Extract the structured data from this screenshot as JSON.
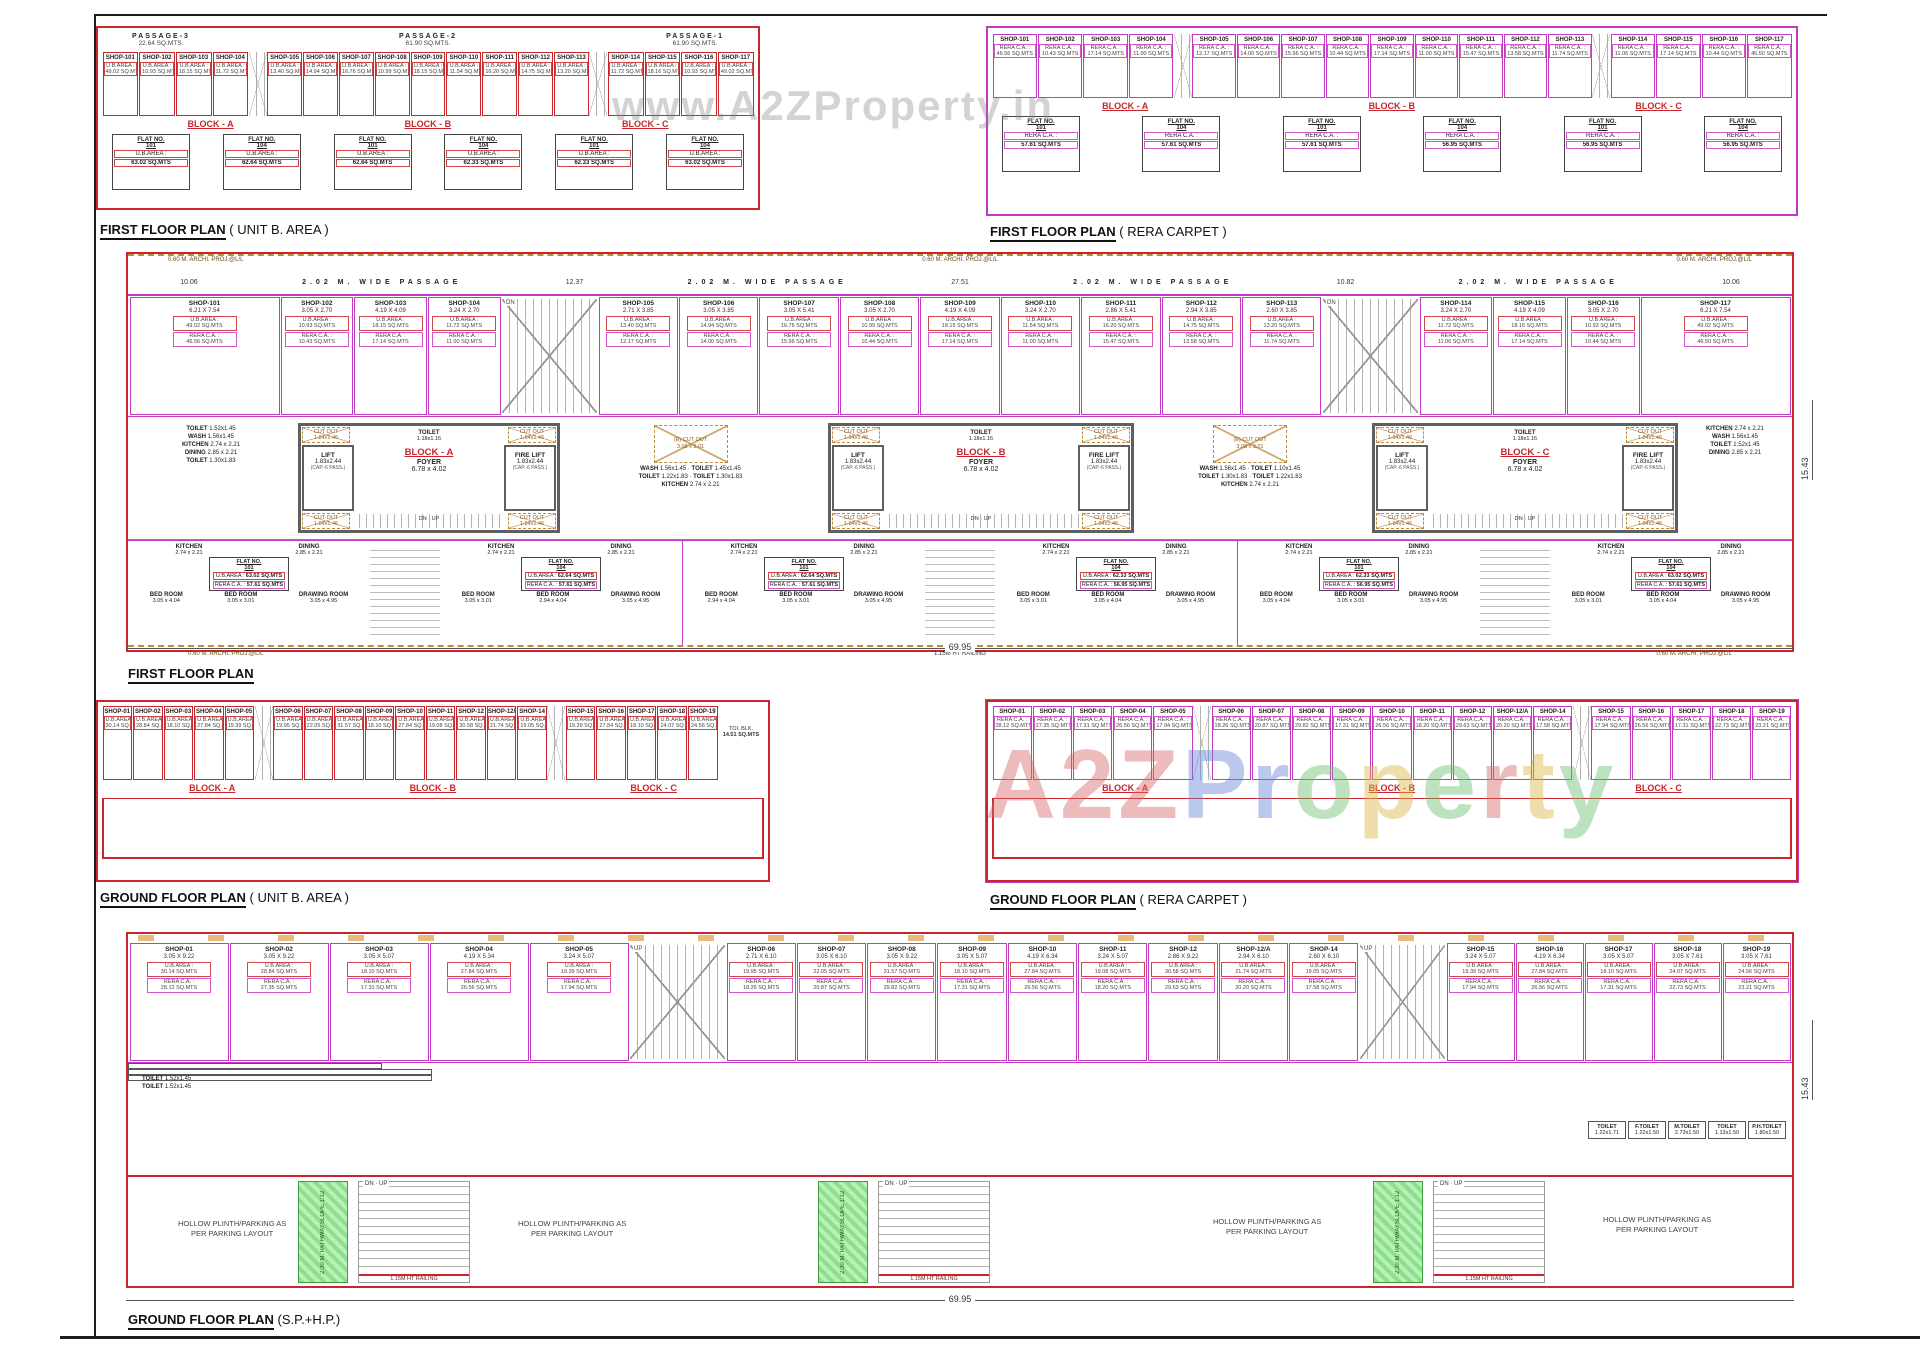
{
  "watermark": {
    "top": "www.A2ZProperty.in",
    "letters": [
      {
        "ch": "A",
        "color": "#d96a6a"
      },
      {
        "ch": "2",
        "color": "#d96a6a"
      },
      {
        "ch": "Z",
        "color": "#d96a6a"
      },
      {
        "ch": "P",
        "color": "#6a86d9"
      },
      {
        "ch": "r",
        "color": "#6a86d9"
      },
      {
        "ch": "o",
        "color": "#6fbf72"
      },
      {
        "ch": "p",
        "color": "#d9b84a"
      },
      {
        "ch": "e",
        "color": "#6fbf72"
      },
      {
        "ch": "r",
        "color": "#d96a6a"
      },
      {
        "ch": "t",
        "color": "#d9b84a"
      },
      {
        "ch": "y",
        "color": "#6fbf72"
      }
    ]
  },
  "labels": {
    "ub": "U.B.AREA :",
    "rera": "RERA C.A. :",
    "flat_no": "FLAT NO.",
    "toilet": "TOILET",
    "wash": "WASH",
    "kitchen": "KITCHEN",
    "dining": "DINING",
    "t152": "1.52x1.45",
    "t118": "1.18x1.16",
    "t145": "1.45x1.45",
    "t130": "1.30x1.83",
    "t122": "1.22x1.83",
    "t110": "1.10x1.45",
    "wash_s": "1.56x1.45",
    "kitchen_s": "2.74 x 2.21",
    "dining_s": "2.85 x 2.21",
    "bed": "BED ROOM",
    "drawing": "DRAWING ROOM",
    "drawing_s": "3.05 x 4.95",
    "lift": "LIFT",
    "fire_lift": "FIRE LIFT",
    "lift_s": "1.83x2.44",
    "lift_cap": "(CAP.-6 PASS.)",
    "foyer": "FOYER",
    "foyer_s": "6.78 x 4.02",
    "cut_out": "CUT OUT",
    "cut_out_s": "1.84x1.46",
    "cut_out_e": "(E) CUT OUT",
    "cut_out_e_s": "3.08 x 3.01",
    "cut_out_above": "CUT OUT ABOVE",
    "archi": "0.60 M. ARCHI. PROJ.@L/L",
    "railing": "1.15M HT RAILING",
    "parapet": "1.15 M HT. PARAPET",
    "up": "UP",
    "dn": "DN",
    "parking1": "HOLLOW PLINTH/PARKING AS",
    "parking2": "PER PARKING LAYOUT",
    "pathway1": "2.30 M. PATHWAY",
    "pathway2": "SLOPE 1:12",
    "toi_blk": "TOI. BLK.",
    "toi_blk_v": "14.51 SQ.MTS"
  },
  "dims": {
    "width": "69.95",
    "height": "15.43"
  },
  "ff": {
    "title": "FIRST FLOOR PLAN",
    "blocks": [
      "BLOCK - A",
      "BLOCK - B",
      "BLOCK - C"
    ],
    "archi_items": [
      "0.60 M. ARCHI. PROJ.@L/L",
      "0.60 M. ARCHI. PROJ.@L/L",
      "0.60 M. ARCHI. PROJ.@L/L"
    ],
    "passage_items": [
      {
        "t": "10.06",
        "kind": "dim"
      },
      {
        "t": "2.02 M. WIDE PASSAGE",
        "kind": "passage"
      },
      {
        "t": "12.37",
        "kind": "dim"
      },
      {
        "t": "2.02 M. WIDE PASSAGE",
        "kind": "passage"
      },
      {
        "t": "27.51",
        "kind": "dim"
      },
      {
        "t": "2.02 M. WIDE PASSAGE",
        "kind": "passage"
      },
      {
        "t": "10.82",
        "kind": "dim"
      },
      {
        "t": "2.02 M. WIDE PASSAGE",
        "kind": "passage"
      },
      {
        "t": "10.06",
        "kind": "dim"
      }
    ],
    "shops_1": [
      {
        "name": "SHOP-101",
        "dim": "6.21 X 7.54",
        "ub": "49.02 SQ.MTS",
        "rera": "46.56 SQ.MTS",
        "wide": true
      },
      {
        "name": "SHOP-102",
        "dim": "3.05 X 2.70",
        "ub": "10.93 SQ.MTS",
        "rera": "10.43 SQ.MTS"
      },
      {
        "name": "SHOP-103",
        "dim": "4.19 X 4.09",
        "ub": "18.15 SQ.MTS",
        "rera": "17.14 SQ.MTS"
      },
      {
        "name": "SHOP-104",
        "dim": "3.24 X 2.70",
        "ub": "11.72 SQ.MTS",
        "rera": "11.00 SQ.MTS"
      }
    ],
    "shops_2": [
      {
        "name": "SHOP-105",
        "dim": "2.71 X 3.85",
        "ub": "13.40 SQ.MTS",
        "rera": "12.17 SQ.MTS"
      },
      {
        "name": "SHOP-106",
        "dim": "3.05 X 3.85",
        "ub": "14.94 SQ.MTS",
        "rera": "14.00 SQ.MTS"
      },
      {
        "name": "SHOP-107",
        "dim": "3.05 X 5.41",
        "ub": "16.76 SQ.MTS",
        "rera": "15.96 SQ.MTS"
      },
      {
        "name": "SHOP-108",
        "dim": "3.05 X 2.70",
        "ub": "10.99 SQ.MTS",
        "rera": "10.44 SQ.MTS"
      },
      {
        "name": "SHOP-109",
        "dim": "4.19 X 4.09",
        "ub": "18.15 SQ.MTS",
        "rera": "17.14 SQ.MTS"
      },
      {
        "name": "SHOP-110",
        "dim": "3.24 X 2.70",
        "ub": "11.54 SQ.MTS",
        "rera": "11.00 SQ.MTS"
      },
      {
        "name": "SHOP-111",
        "dim": "2.86 X 5.41",
        "ub": "16.20 SQ.MTS",
        "rera": "15.47 SQ.MTS"
      },
      {
        "name": "SHOP-112",
        "dim": "2.94 X 3.85",
        "ub": "14.75 SQ.MTS",
        "rera": "13.58 SQ.MTS"
      },
      {
        "name": "SHOP-113",
        "dim": "2.60 X 3.85",
        "ub": "13.20 SQ.MTS",
        "rera": "11.74 SQ.MTS"
      }
    ],
    "shops_3": [
      {
        "name": "SHOP-114",
        "dim": "3.24 X 2.70",
        "ub": "11.72 SQ.MTS",
        "rera": "11.06 SQ.MTS"
      },
      {
        "name": "SHOP-115",
        "dim": "4.19 X 4.09",
        "ub": "18.16 SQ.MTS",
        "rera": "17.14 SQ.MTS"
      },
      {
        "name": "SHOP-116",
        "dim": "3.05 X 2.70",
        "ub": "10.93 SQ.MTS",
        "rera": "10.44 SQ.MTS"
      },
      {
        "name": "SHOP-117",
        "dim": "6.21 X 7.54",
        "ub": "49.02 SQ.MTS",
        "rera": "46.50 SQ.MTS",
        "wide": true
      }
    ],
    "cores": [
      {
        "blk": "BLOCK - A",
        "kind": "core-a"
      },
      {
        "blk": "BLOCK - B",
        "kind": "core-b"
      },
      {
        "blk": "BLOCK - C",
        "kind": "core-c"
      }
    ],
    "flats_a": [
      {
        "no": "101",
        "ub": "63.02 SQ.MTS",
        "rera": "57.61 SQ.MTS",
        "bed_a": "3.05 x 4.04",
        "bed_b": "3.05 x 3.01"
      },
      {
        "no": "104",
        "ub": "62.64 SQ.MTS",
        "rera": "57.61 SQ.MTS",
        "bed_a": "3.05 x 3.01",
        "bed_b": "2.94 x 4.04"
      }
    ],
    "flats_b": [
      {
        "no": "101",
        "ub": "62.64 SQ.MTS",
        "rera": "57.61 SQ.MTS",
        "bed_a": "2.94 x 4.04",
        "bed_b": "3.05 x 3.01"
      },
      {
        "no": "104",
        "ub": "62.33 SQ.MTS",
        "rera": "56.95 SQ.MTS",
        "bed_a": "3.05 x 3.01",
        "bed_b": "3.05 x 4.04"
      }
    ],
    "flats_c": [
      {
        "no": "101",
        "ub": "62.33 SQ.MTS",
        "rera": "56.95 SQ.MTS",
        "bed_a": "3.05 x 4.04",
        "bed_b": "3.05 x 3.01"
      },
      {
        "no": "104",
        "ub": "63.02 SQ.MTS",
        "rera": "57.61 SQ.MTS",
        "bed_a": "3.05 x 3.01",
        "bed_b": "3.05 x 4.04"
      }
    ]
  },
  "unit_ff": {
    "title": "FIRST FLOOR PLAN",
    "subtitle": "( UNIT B. AREA )",
    "passages": [
      {
        "n": "PASSAGE-3",
        "a": "22.64 SQ.MTS."
      },
      {
        "n": "PASSAGE-2",
        "a": "61.90 SQ.MTS."
      },
      {
        "n": "PASSAGE-1",
        "a": "61.90 SQ.MTS."
      }
    ],
    "flats": [
      {
        "no": "101",
        "v": "63.02 SQ.MTS"
      },
      {
        "no": "104",
        "v": "62.64 SQ.MTS"
      },
      {
        "no": "101",
        "v": "62.64 SQ.MTS"
      },
      {
        "no": "104",
        "v": "62.33 SQ.MTS"
      },
      {
        "no": "101",
        "v": "62.33 SQ.MTS"
      },
      {
        "no": "104",
        "v": "63.02 SQ.MTS"
      }
    ]
  },
  "rera_ff": {
    "title": "FIRST FLOOR PLAN",
    "subtitle": "( RERA CARPET )",
    "flats": [
      {
        "no": "101",
        "v": "57.61 SQ.MTS"
      },
      {
        "no": "104",
        "v": "57.61 SQ.MTS"
      },
      {
        "no": "101",
        "v": "57.61 SQ.MTS"
      },
      {
        "no": "104",
        "v": "56.95 SQ.MTS"
      },
      {
        "no": "101",
        "v": "56.95 SQ.MTS"
      },
      {
        "no": "104",
        "v": "56.95 SQ.MTS"
      }
    ]
  },
  "unit_gf": {
    "title": "GROUND FLOOR PLAN",
    "subtitle": "( UNIT B. AREA )"
  },
  "rera_gf": {
    "title": "GROUND FLOOR PLAN",
    "subtitle": "( RERA CARPET )"
  },
  "gf": {
    "title": "GROUND FLOOR PLAN",
    "subtitle": "(S.P.+H.P.)",
    "blocks": [
      "BLOCK - A",
      "BLOCK - B",
      "BLOCK - C"
    ],
    "shops_1": [
      {
        "name": "SHOP-01",
        "dim": "3.05 X 9.22",
        "ub": "30.14 SQ.MTS",
        "rera": "28.12 SQ.MTS"
      },
      {
        "name": "SHOP-02",
        "dim": "3.05 X 9.22",
        "ub": "28.84 SQ.MTS",
        "rera": "27.35 SQ.MTS"
      },
      {
        "name": "SHOP-03",
        "dim": "3.05 X 5.07",
        "ub": "18.10 SQ.MTS",
        "rera": "17.31 SQ.MTS"
      },
      {
        "name": "SHOP-04",
        "dim": "4.19 X 5.34",
        "ub": "27.84 SQ.MTS",
        "rera": "26.56 SQ.MTS"
      },
      {
        "name": "SHOP-05",
        "dim": "3.24 X 5.07",
        "ub": "19.39 SQ.MTS",
        "rera": "17.94 SQ.MTS"
      }
    ],
    "shops_2": [
      {
        "name": "SHOP-06",
        "dim": "2.71 X 6.10",
        "ub": "19.95 SQ.MTS",
        "rera": "18.26 SQ.MTS"
      },
      {
        "name": "SHOP-07",
        "dim": "3.05 X 6.10",
        "ub": "22.05 SQ.MTS",
        "rera": "20.87 SQ.MTS"
      },
      {
        "name": "SHOP-08",
        "dim": "3.05 X 9.22",
        "ub": "31.57 SQ.MTS",
        "rera": "29.82 SQ.MTS"
      },
      {
        "name": "SHOP-09",
        "dim": "3.05 X 5.07",
        "ub": "18.10 SQ.MTS",
        "rera": "17.31 SQ.MTS"
      },
      {
        "name": "SHOP-10",
        "dim": "4.19 X 6.34",
        "ub": "27.84 SQ.MTS",
        "rera": "26.56 SQ.MTS"
      },
      {
        "name": "SHOP-11",
        "dim": "3.24 X 5.07",
        "ub": "19.08 SQ.MTS",
        "rera": "18.20 SQ.MTS"
      },
      {
        "name": "SHOP-12",
        "dim": "2.86 X 9.22",
        "ub": "30.58 SQ.MTS",
        "rera": "29.63 SQ.MTS"
      },
      {
        "name": "SHOP-12/A",
        "dim": "2.94 X 6.10",
        "ub": "21.74 SQ.MTS",
        "rera": "20.20 SQ.MTS"
      },
      {
        "name": "SHOP-14",
        "dim": "2.60 X 6.10",
        "ub": "19.05 SQ.MTS",
        "rera": "17.58 SQ.MTS"
      }
    ],
    "shops_3": [
      {
        "name": "SHOP-15",
        "dim": "3.24 X 5.07",
        "ub": "19.39 SQ.MTS",
        "rera": "17.94 SQ.MTS"
      },
      {
        "name": "SHOP-16",
        "dim": "4.19 X 6.34",
        "ub": "27.84 SQ.MTS",
        "rera": "26.56 SQ.MTS"
      },
      {
        "name": "SHOP-17",
        "dim": "3.05 X 5.07",
        "ub": "18.10 SQ.MTS",
        "rera": "17.31 SQ.MTS"
      },
      {
        "name": "SHOP-18",
        "dim": "3.05 X 7.61",
        "ub": "24.07 SQ.MTS",
        "rera": "22.73 SQ.MTS"
      },
      {
        "name": "SHOP-19",
        "dim": "3.05 X 7.61",
        "ub": "24.56 SQ.MTS",
        "rera": "23.21 SQ.MTS"
      }
    ],
    "cores": [
      {
        "blk": "BLOCK - A",
        "kind": "core-a"
      },
      {
        "blk": "BLOCK - B",
        "kind": "core-b"
      },
      {
        "blk": "BLOCK - C",
        "kind": "core-c"
      }
    ],
    "toilets": [
      {
        "t": "TOILET",
        "s": "1.22x1.71"
      },
      {
        "t": "F.TOILET",
        "s": "1.22x1.50"
      },
      {
        "t": "M.TOILET",
        "s": "2.73x1.50"
      },
      {
        "t": "TOILET",
        "s": "1.13x1.50"
      },
      {
        "t": "P.H.TOILET",
        "s": "1.80x1.50"
      }
    ]
  }
}
